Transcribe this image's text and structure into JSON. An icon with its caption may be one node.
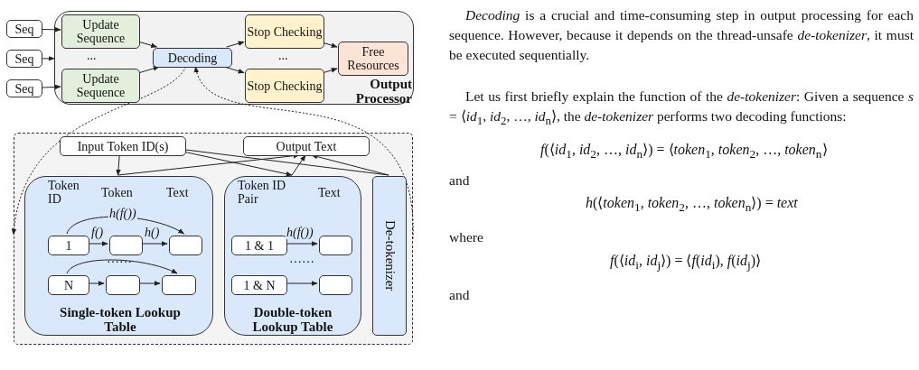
{
  "diagram": {
    "nodes": [
      {
        "text": [
          "Output Processor"
        ]
      },
      {
        "text": [
          "Seq"
        ]
      },
      {
        "text": [
          "Seq"
        ]
      },
      {
        "text": [
          "Seq"
        ]
      },
      {
        "text": [
          "Update Sequence"
        ],
        "in": 0
      },
      {
        "text": [
          "Update Sequence"
        ],
        "in": 0
      },
      {
        "text": [
          "Decoding"
        ],
        "in": 0
      },
      {
        "text": [
          "Stop Checking"
        ],
        "in": 0
      },
      {
        "text": [
          "Stop Checking"
        ],
        "in": 0
      },
      {
        "text": [
          "Free Resources"
        ],
        "in": 0
      },
      {
        "text": [],
        "shape": "box"
      },
      {
        "text": [
          "Input Token ID(s)"
        ],
        "in": 10
      },
      {
        "text": [
          "Output Text"
        ],
        "in": 10
      },
      {
        "text": [
          "Single-token Lookup Table"
        ],
        "in": 10
      },
      {
        "text": [
          "1"
        ],
        "in": 13
      },
      {
        "text": [],
        "shape": "box",
        "in": 13
      },
      {
        "text": [],
        "shape": "box",
        "in": 13
      },
      {
        "text": [
          "N"
        ],
        "in": 13
      },
      {
        "text": [],
        "shape": "box",
        "in": 13
      },
      {
        "text": [],
        "shape": "box",
        "in": 13
      },
      {
        "text": [
          "Double-token Lookup Table"
        ],
        "in": 10
      },
      {
        "text": [
          "1 & 1"
        ],
        "in": 20
      },
      {
        "text": [],
        "shape": "box",
        "in": 20
      },
      {
        "text": [
          "1 & N"
        ],
        "in": 20
      },
      {
        "text": [],
        "shape": "box",
        "in": 20
      },
      {
        "text": [
          "De-tokenizer"
        ],
        "in": 10
      }
    ],
    "edges": [
      {
        "from": 1,
        "to": 4,
        "arrow": "to"
      },
      {
        "from": 2,
        "to": 0,
        "arrow": "to"
      },
      {
        "from": 3,
        "to": 5,
        "arrow": "to"
      },
      {
        "from": 4,
        "to": 6,
        "arrow": "to"
      },
      {
        "from": 5,
        "to": 6,
        "arrow": "to"
      },
      {
        "from": 6,
        "to": 7,
        "arrow": "to"
      },
      {
        "from": 6,
        "to": 8,
        "arrow": "to"
      },
      {
        "from": 7,
        "to": 9,
        "arrow": "to"
      },
      {
        "from": 8,
        "to": 9,
        "arrow": "to"
      },
      {
        "from": 6,
        "to": 10,
        "arrow": "to",
        "style": "dashed"
      },
      {
        "from": 10,
        "to": 6,
        "arrow": "to",
        "style": "dashed"
      },
      {
        "from": 11,
        "to": 13,
        "arrow": "to"
      },
      {
        "from": 11,
        "to": 20,
        "arrow": "to"
      },
      {
        "from": 11,
        "to": 25,
        "arrow": "none"
      },
      {
        "from": 13,
        "to": 12,
        "arrow": "to"
      },
      {
        "from": 20,
        "to": 12,
        "arrow": "to"
      },
      {
        "from": 25,
        "to": 12,
        "arrow": "to"
      },
      {
        "from": 14,
        "to": 15,
        "arrow": "to",
        "label": "f()"
      },
      {
        "from": 15,
        "to": 16,
        "arrow": "to",
        "label": "h()"
      },
      {
        "from": 14,
        "to": 16,
        "arrow": "to",
        "label": "h(f())"
      },
      {
        "from": 17,
        "to": 18,
        "arrow": "to"
      },
      {
        "from": 18,
        "to": 19,
        "arrow": "to"
      },
      {
        "from": 17,
        "to": 19,
        "arrow": "to"
      },
      {
        "from": 21,
        "to": 22,
        "arrow": "to",
        "label": "h(f())"
      },
      {
        "from": 23,
        "to": 24,
        "arrow": "to"
      }
    ],
    "labels": [
      "...",
      "...",
      "Token ID",
      "Token",
      "Text",
      "……",
      "Token ID Pair",
      "Text",
      "……",
      "*Decoding* is a crucial and time-consuming step in output processing for each sequence. However, because it depends on the thread-unsafe *de-tokenizer*, it must be executed sequentially.",
      "Let us first briefly explain the function of the *de-tokenizer*: Given a sequence *s* = ⟨*id*$_{1}$, *id*$_{2}$, …, *id*$_{n}$⟩, the *de-tokenizer* performs two decoding functions:",
      "*f*(⟨*id*$_{1}$, *id*$_{2}$, …, *id*$_{n}$⟩) = ⟨*token*$_{1}$, *token*$_{2}$, …, *token*$_{n}$⟩",
      "and",
      "*h*(⟨*token*$_{1}$, *token*$_{2}$, …, *token*$_{n}$⟩) = *text*",
      "where",
      "*f*(⟨*id*$_{i}$, *id*$_{j}$⟩) = ⟨*f*(*id*$_{i}$), *f*(*id*$_{j}$)⟩",
      "and"
    ]
  }
}
